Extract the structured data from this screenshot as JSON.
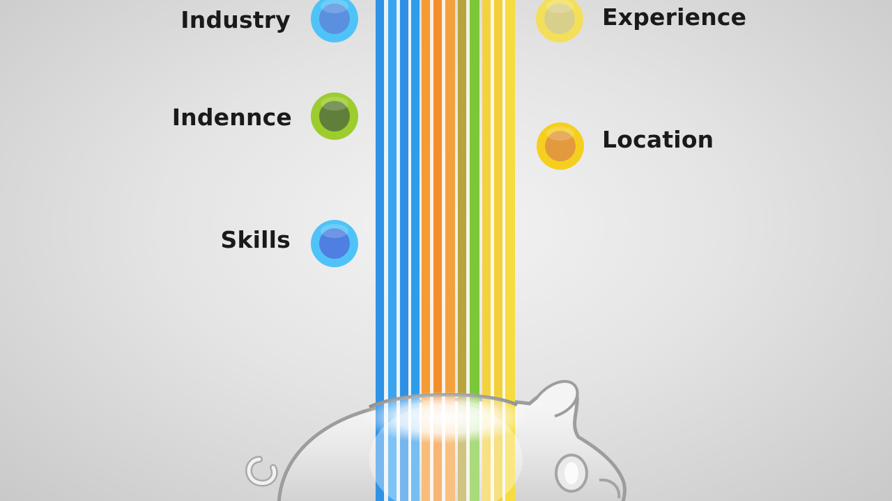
{
  "labels": {
    "industry": "Industry",
    "independence": "Indennce",
    "skills": "Skills",
    "experience": "Experience",
    "location": "Location"
  },
  "colors": {
    "industry_ring": "#4fc3f7",
    "industry_center": "#5b8fe0",
    "independence_ring": "#9ccc2e",
    "independence_center": "#5f7f3a",
    "skills_ring": "#4fc3f7",
    "skills_center": "#4f7fe0",
    "experience_ring": "#f3df5a",
    "experience_center": "#d8cf8a",
    "location_ring": "#f5cf1f",
    "location_center": "#e39a3f",
    "background": "#e4e4e4",
    "text": "#1a1a1a"
  }
}
